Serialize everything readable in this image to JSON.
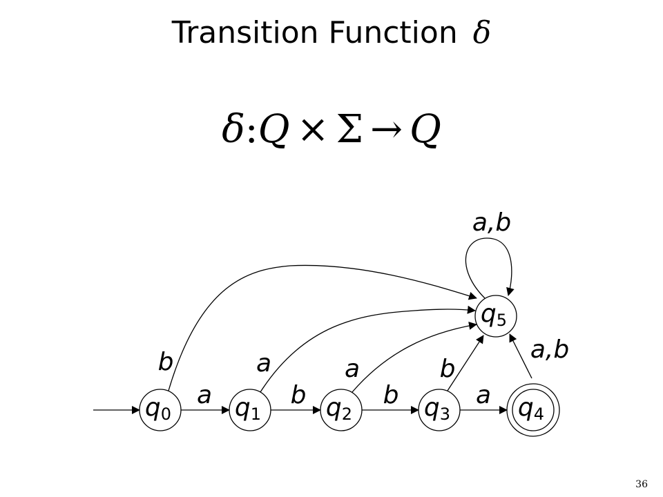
{
  "slide": {
    "title": "Transition Function",
    "title_symbol": "δ",
    "formula": {
      "function": "δ",
      "colon": ":",
      "domain_set": "Q",
      "times": "×",
      "alphabet": "Σ",
      "arrow": "→",
      "codomain_set": "Q"
    },
    "page_number": "36"
  },
  "automaton": {
    "states": [
      {
        "id": "q0",
        "base": "q",
        "sub": "0",
        "initial": true,
        "accepting": false
      },
      {
        "id": "q1",
        "base": "q",
        "sub": "1",
        "initial": false,
        "accepting": false
      },
      {
        "id": "q2",
        "base": "q",
        "sub": "2",
        "initial": false,
        "accepting": false
      },
      {
        "id": "q3",
        "base": "q",
        "sub": "3",
        "initial": false,
        "accepting": false
      },
      {
        "id": "q4",
        "base": "q",
        "sub": "4",
        "initial": false,
        "accepting": true
      },
      {
        "id": "q5",
        "base": "q",
        "sub": "5",
        "initial": false,
        "accepting": false
      }
    ],
    "transitions": [
      {
        "from": "q0",
        "to": "q1",
        "label": "a"
      },
      {
        "from": "q1",
        "to": "q2",
        "label": "b"
      },
      {
        "from": "q2",
        "to": "q3",
        "label": "b"
      },
      {
        "from": "q3",
        "to": "q4",
        "label": "a"
      },
      {
        "from": "q0",
        "to": "q5",
        "label": "b"
      },
      {
        "from": "q1",
        "to": "q5",
        "label": "a"
      },
      {
        "from": "q2",
        "to": "q5",
        "label": "a"
      },
      {
        "from": "q3",
        "to": "q5",
        "label": "b"
      },
      {
        "from": "q4",
        "to": "q5",
        "label": "a,b"
      },
      {
        "from": "q5",
        "to": "q5",
        "label": "a,b"
      }
    ]
  }
}
